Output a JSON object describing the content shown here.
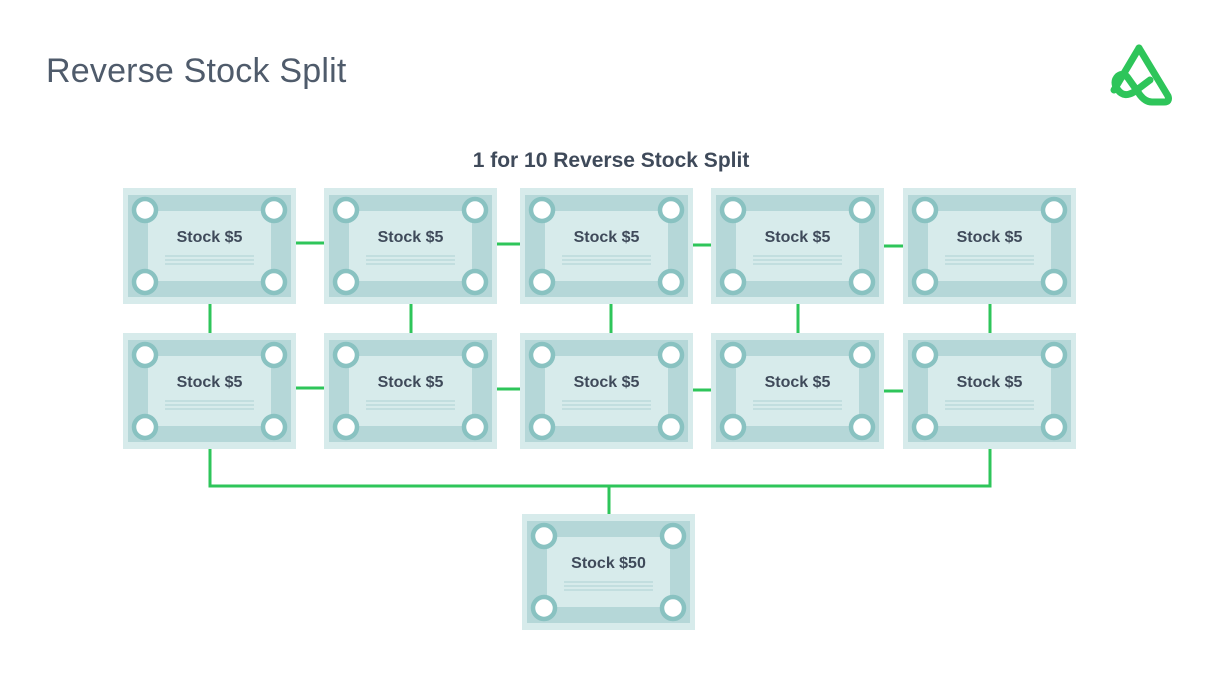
{
  "header": {
    "title": "Reverse Stock Split",
    "logo_icon": "triangle-loop-logo-icon"
  },
  "diagram": {
    "title": "1 for 10 Reverse Stock Split",
    "top_row": [
      {
        "label": "Stock $5"
      },
      {
        "label": "Stock $5"
      },
      {
        "label": "Stock $5"
      },
      {
        "label": "Stock $5"
      },
      {
        "label": "Stock $5"
      }
    ],
    "bottom_row": [
      {
        "label": "Stock $5"
      },
      {
        "label": "Stock $5"
      },
      {
        "label": "Stock $5"
      },
      {
        "label": "Stock $5"
      },
      {
        "label": "Stock $5"
      }
    ],
    "result": {
      "label": "Stock $50"
    }
  },
  "colors": {
    "connector": "#2ec55a",
    "certificate_outer": "#d7ebeb",
    "certificate_frame": "#b5d7d8",
    "certificate_inner": "#d7ebeb",
    "circle_ring": "#89c2c1",
    "title_text": "#4f5b6b",
    "logo": "#2ec55a"
  }
}
